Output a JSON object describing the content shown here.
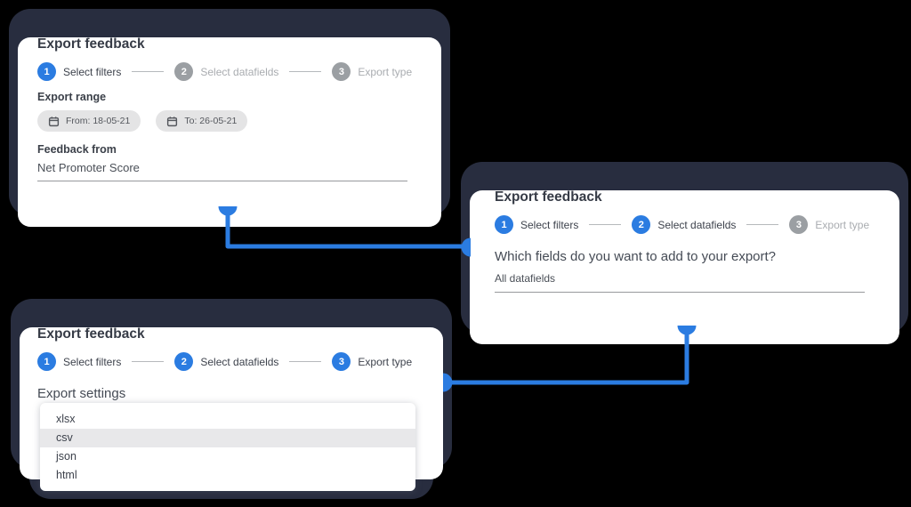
{
  "background_color": "#000000",
  "accent_color": "#2b7ce1",
  "card_border_color": "#282d3f",
  "card_background_color": "#ffffff",
  "inactive_step_color": "#9b9fa3",
  "wizard_cards": [
    {
      "title": "Export feedback",
      "steps": [
        {
          "number": "1",
          "label": "Select filters",
          "active": true
        },
        {
          "number": "2",
          "label": "Select datafields",
          "active": false
        },
        {
          "number": "3",
          "label": "Export type",
          "active": false
        }
      ],
      "export_range": {
        "label": "Export range",
        "from_chip": "From: 18-05-21",
        "to_chip": "To: 26-05-21",
        "chip_icon": "calendar-icon"
      },
      "feedback_from": {
        "label": "Feedback from",
        "value": "Net Promoter Score"
      }
    },
    {
      "title": "Export feedback",
      "steps": [
        {
          "number": "1",
          "label": "Select filters",
          "active": true
        },
        {
          "number": "2",
          "label": "Select datafields",
          "active": true
        },
        {
          "number": "3",
          "label": "Export type",
          "active": false
        }
      ],
      "question": "Which fields do you want to add to your export?",
      "datafields_value": "All datafields"
    },
    {
      "title": "Export feedback",
      "steps": [
        {
          "number": "1",
          "label": "Select filters",
          "active": true
        },
        {
          "number": "2",
          "label": "Select datafields",
          "active": true
        },
        {
          "number": "3",
          "label": "Export type",
          "active": true
        }
      ],
      "settings_label": "Export settings",
      "dropdown": {
        "options": [
          "xlsx",
          "csv",
          "json",
          "html"
        ],
        "highlighted": "csv"
      }
    }
  ]
}
